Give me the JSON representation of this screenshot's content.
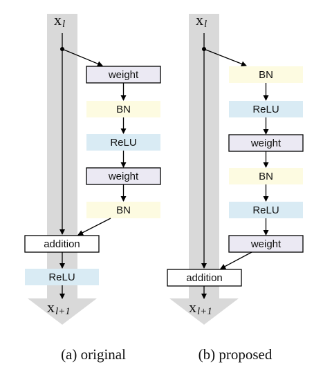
{
  "colors": {
    "shortcut_band": "#d9d9d9",
    "bn_fill": "#fdfbe1",
    "relu_fill": "#d9ebf4",
    "weight_fill": "#ebe9f3",
    "addition_fill": "#ffffff",
    "line": "#000000"
  },
  "original": {
    "input_var": "x",
    "input_sub": "l",
    "output_var": "x",
    "output_sub": "l+1",
    "blocks": [
      "weight",
      "BN",
      "ReLU",
      "weight",
      "BN"
    ],
    "addition_label": "addition",
    "post_relu_label": "ReLU",
    "caption": "(a) original"
  },
  "proposed": {
    "input_var": "x",
    "input_sub": "l",
    "output_var": "x",
    "output_sub": "l+1",
    "blocks": [
      "BN",
      "ReLU",
      "weight",
      "BN",
      "ReLU",
      "weight"
    ],
    "addition_label": "addition",
    "caption": "(b) proposed"
  }
}
